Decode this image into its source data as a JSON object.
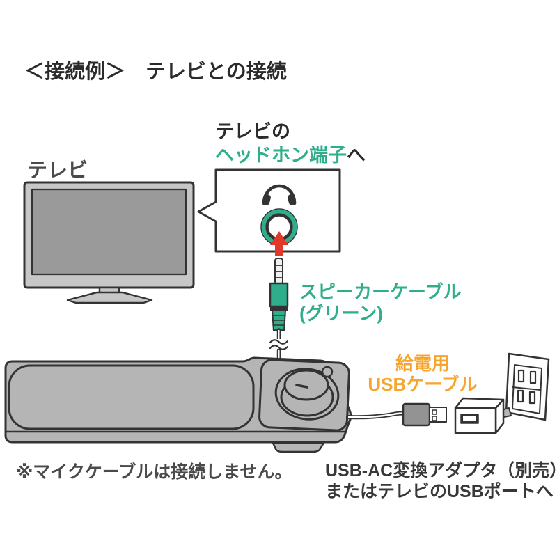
{
  "page": {
    "title": "＜接続例＞　テレビとの接続"
  },
  "tv": {
    "label": "テレビ"
  },
  "callout": {
    "line1": "テレビの",
    "line2_highlight": "ヘッドホン端子",
    "line2_suffix": "へ"
  },
  "speaker_cable": {
    "line1": "スピーカーケーブル",
    "line2": "(グリーン)"
  },
  "usb_cable": {
    "line1": "給電用",
    "line2": "USBケーブル"
  },
  "notes": {
    "mic": "※マイクケーブルは接続しません。",
    "usb_line1": "USB-AC変換アダプタ（別売）",
    "usb_line2": "またはテレビのUSBポートへ"
  },
  "icons": {
    "headphone-icon": "headphones glyph inside callout",
    "jack-ring-icon": "headphone jack circle with green ring",
    "up-arrow-icon": "red arrow pointing up into jack",
    "audio-plug-icon": "green 3.5mm mini plug",
    "cable-break-icon": "wavy cable-break marks",
    "usb-plug-icon": "USB-A plug on power cable",
    "ac-adapter-icon": "USB-AC adapter cube",
    "wall-outlet-icon": "wall power outlet with two sockets",
    "tv-illustration": "flat screen TV",
    "soundbar-illustration": "soundbar speaker with volume knob"
  },
  "colors": {
    "green": "#2fae8b",
    "orange": "#f6a62f",
    "red": "#e2382a",
    "outline": "#333333",
    "device_gray": "#b5b5b5",
    "tv_bezel": "#c7c7c7",
    "tv_screen": "#9a9a9a",
    "usb_gray": "#939393",
    "plug_metal": "#f0f0f0",
    "text_dark": "#2b2b2b",
    "text_gray": "#4a4a4a"
  }
}
